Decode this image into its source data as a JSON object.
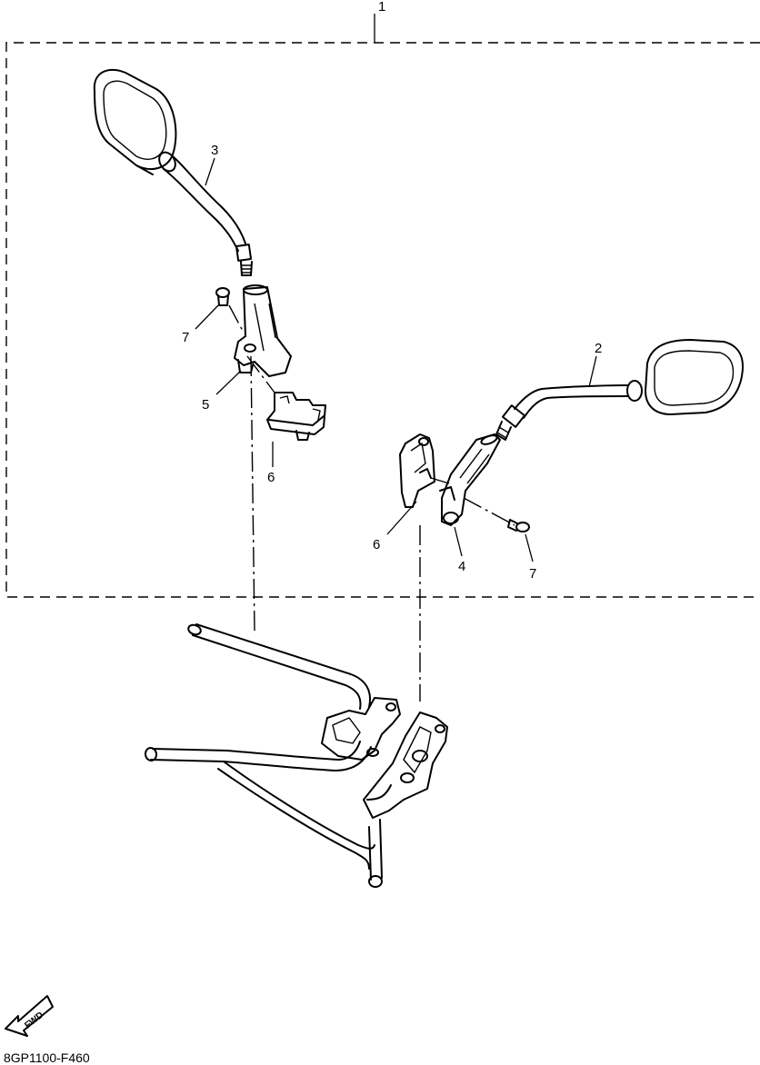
{
  "diagram": {
    "drawing_code": "8GP1100-F460",
    "fwd_label": "FWD",
    "callouts": {
      "assembly": "1",
      "mirror_right": "2",
      "mirror_left": "3",
      "bracket_right": "4",
      "bracket_left": "5",
      "clamp_left": "6",
      "clamp_right": "6",
      "bolt_left": "7",
      "bolt_right": "7"
    }
  }
}
